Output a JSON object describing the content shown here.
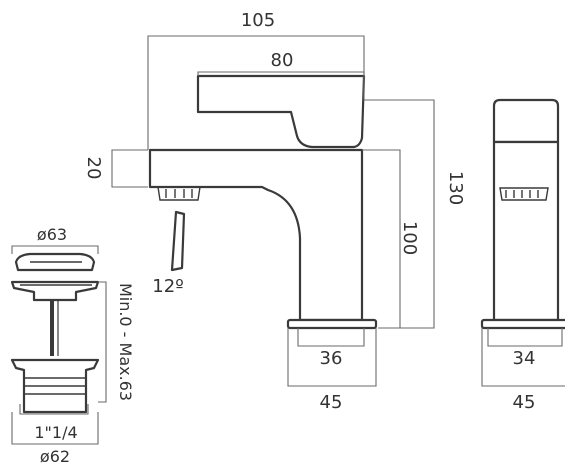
{
  "diagram": {
    "dimensions": {
      "overall_width": "105",
      "handle_width": "80",
      "spout_height": "20",
      "total_height": "130",
      "spout_clearance": "100",
      "handle_angle": "12º",
      "base_inner_front": "36",
      "base_outer_front": "45",
      "base_inner_side": "34",
      "base_outer_side": "45"
    },
    "waste": {
      "cap_diameter": "ø63",
      "range_label": "Min.0 - Max.63",
      "thread_size": "1\"1/4",
      "flange_diameter": "ø62"
    }
  }
}
